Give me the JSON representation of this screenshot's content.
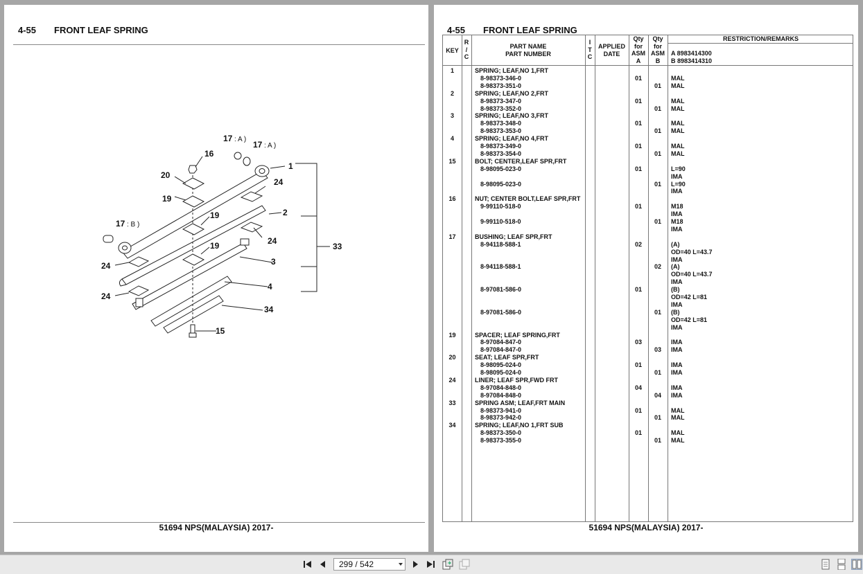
{
  "left_page": {
    "section_no": "4-55",
    "title": "FRONT LEAF SPRING",
    "footer": "51694 NPS(MALAYSIA) 2017-",
    "callouts": [
      {
        "id": "c1",
        "text": "1"
      },
      {
        "id": "c2",
        "text": "2"
      },
      {
        "id": "c3",
        "text": "3"
      },
      {
        "id": "c4",
        "text": "4"
      },
      {
        "id": "c15",
        "text": "15"
      },
      {
        "id": "c16",
        "text": "16"
      },
      {
        "id": "c17a1",
        "text": "17"
      },
      {
        "id": "c17a2",
        "text": "17"
      },
      {
        "id": "c17b",
        "text": "17"
      },
      {
        "id": "c19a",
        "text": "19"
      },
      {
        "id": "c19b",
        "text": "19"
      },
      {
        "id": "c19c",
        "text": "19"
      },
      {
        "id": "c20",
        "text": "20"
      },
      {
        "id": "c24a",
        "text": "24"
      },
      {
        "id": "c24b",
        "text": "24"
      },
      {
        "id": "c24c",
        "text": "24"
      },
      {
        "id": "c24d",
        "text": "24"
      },
      {
        "id": "c33",
        "text": "33"
      },
      {
        "id": "c34",
        "text": "34"
      }
    ],
    "variant_marks": {
      "a": ": A )",
      "b": ": B )"
    }
  },
  "right_page": {
    "section_no": "4-55",
    "title": "FRONT LEAF SPRING",
    "footer": "51694 NPS(MALAYSIA) 2017-",
    "headers": {
      "key": "KEY",
      "rc": [
        "R",
        "/",
        "C"
      ],
      "part_name": "PART NAME",
      "part_number": "PART NUMBER",
      "itc": [
        "I",
        "T",
        "C"
      ],
      "applied": "APPLIED",
      "date": "DATE",
      "qty_a": [
        "Qty",
        "for",
        "ASM",
        "A"
      ],
      "qty_b": [
        "Qty",
        "for",
        "ASM",
        "B"
      ],
      "remarks": "RESTRICTION/REMARKS",
      "asm_a": "A 8983414300",
      "asm_b": "B 8983414310"
    },
    "rows": [
      {
        "key": "1",
        "name": "SPRING; LEAF,NO 1,FRT",
        "qa": "",
        "qb": "",
        "rem": ""
      },
      {
        "key": "",
        "name": "8-98373-346-0",
        "indent": true,
        "qa": "01",
        "qb": "",
        "rem": "MAL"
      },
      {
        "key": "",
        "name": "8-98373-351-0",
        "indent": true,
        "qa": "",
        "qb": "01",
        "rem": "MAL"
      },
      {
        "key": "2",
        "name": "SPRING; LEAF,NO 2,FRT",
        "qa": "",
        "qb": "",
        "rem": ""
      },
      {
        "key": "",
        "name": "8-98373-347-0",
        "indent": true,
        "qa": "01",
        "qb": "",
        "rem": "MAL"
      },
      {
        "key": "",
        "name": "8-98373-352-0",
        "indent": true,
        "qa": "",
        "qb": "01",
        "rem": "MAL"
      },
      {
        "key": "3",
        "name": "SPRING; LEAF,NO 3,FRT",
        "qa": "",
        "qb": "",
        "rem": ""
      },
      {
        "key": "",
        "name": "8-98373-348-0",
        "indent": true,
        "qa": "01",
        "qb": "",
        "rem": "MAL"
      },
      {
        "key": "",
        "name": "8-98373-353-0",
        "indent": true,
        "qa": "",
        "qb": "01",
        "rem": "MAL"
      },
      {
        "key": "4",
        "name": "SPRING; LEAF,NO 4,FRT",
        "qa": "",
        "qb": "",
        "rem": ""
      },
      {
        "key": "",
        "name": "8-98373-349-0",
        "indent": true,
        "qa": "01",
        "qb": "",
        "rem": "MAL"
      },
      {
        "key": "",
        "name": "8-98373-354-0",
        "indent": true,
        "qa": "",
        "qb": "01",
        "rem": "MAL"
      },
      {
        "key": "15",
        "name": "BOLT; CENTER,LEAF SPR,FRT",
        "qa": "",
        "qb": "",
        "rem": ""
      },
      {
        "key": "",
        "name": "8-98095-023-0",
        "indent": true,
        "qa": "01",
        "qb": "",
        "rem": "L=90"
      },
      {
        "key": "",
        "name": "",
        "qa": "",
        "qb": "",
        "rem": "IMA"
      },
      {
        "key": "",
        "name": "8-98095-023-0",
        "indent": true,
        "qa": "",
        "qb": "01",
        "rem": "L=90"
      },
      {
        "key": "",
        "name": "",
        "qa": "",
        "qb": "",
        "rem": "IMA"
      },
      {
        "key": "16",
        "name": "NUT; CENTER BOLT,LEAF SPR,FRT",
        "qa": "",
        "qb": "",
        "rem": ""
      },
      {
        "key": "",
        "name": "9-99110-518-0",
        "indent": true,
        "qa": "01",
        "qb": "",
        "rem": "M18"
      },
      {
        "key": "",
        "name": "",
        "qa": "",
        "qb": "",
        "rem": "IMA"
      },
      {
        "key": "",
        "name": "9-99110-518-0",
        "indent": true,
        "qa": "",
        "qb": "01",
        "rem": "M18"
      },
      {
        "key": "",
        "name": "",
        "qa": "",
        "qb": "",
        "rem": "IMA"
      },
      {
        "key": "17",
        "name": "BUSHING; LEAF SPR,FRT",
        "qa": "",
        "qb": "",
        "rem": ""
      },
      {
        "key": "",
        "name": "8-94118-588-1",
        "indent": true,
        "qa": "02",
        "qb": "",
        "rem": "(A)"
      },
      {
        "key": "",
        "name": "",
        "qa": "",
        "qb": "",
        "rem": "OD=40 L=43.7"
      },
      {
        "key": "",
        "name": "",
        "qa": "",
        "qb": "",
        "rem": "IMA"
      },
      {
        "key": "",
        "name": "8-94118-588-1",
        "indent": true,
        "qa": "",
        "qb": "02",
        "rem": "(A)"
      },
      {
        "key": "",
        "name": "",
        "qa": "",
        "qb": "",
        "rem": "OD=40 L=43.7"
      },
      {
        "key": "",
        "name": "",
        "qa": "",
        "qb": "",
        "rem": "IMA"
      },
      {
        "key": "",
        "name": "8-97081-586-0",
        "indent": true,
        "qa": "01",
        "qb": "",
        "rem": "(B)"
      },
      {
        "key": "",
        "name": "",
        "qa": "",
        "qb": "",
        "rem": "OD=42 L=81"
      },
      {
        "key": "",
        "name": "",
        "qa": "",
        "qb": "",
        "rem": "IMA"
      },
      {
        "key": "",
        "name": "8-97081-586-0",
        "indent": true,
        "qa": "",
        "qb": "01",
        "rem": "(B)"
      },
      {
        "key": "",
        "name": "",
        "qa": "",
        "qb": "",
        "rem": "OD=42 L=81"
      },
      {
        "key": "",
        "name": "",
        "qa": "",
        "qb": "",
        "rem": "IMA"
      },
      {
        "key": "19",
        "name": "SPACER; LEAF SPRING,FRT",
        "qa": "",
        "qb": "",
        "rem": ""
      },
      {
        "key": "",
        "name": "8-97084-847-0",
        "indent": true,
        "qa": "03",
        "qb": "",
        "rem": "IMA"
      },
      {
        "key": "",
        "name": "8-97084-847-0",
        "indent": true,
        "qa": "",
        "qb": "03",
        "rem": "IMA"
      },
      {
        "key": "20",
        "name": "SEAT; LEAF SPR,FRT",
        "qa": "",
        "qb": "",
        "rem": ""
      },
      {
        "key": "",
        "name": "8-98095-024-0",
        "indent": true,
        "qa": "01",
        "qb": "",
        "rem": "IMA"
      },
      {
        "key": "",
        "name": "8-98095-024-0",
        "indent": true,
        "qa": "",
        "qb": "01",
        "rem": "IMA"
      },
      {
        "key": "24",
        "name": "LINER; LEAF SPR,FWD FRT",
        "qa": "",
        "qb": "",
        "rem": ""
      },
      {
        "key": "",
        "name": "8-97084-848-0",
        "indent": true,
        "qa": "04",
        "qb": "",
        "rem": "IMA"
      },
      {
        "key": "",
        "name": "8-97084-848-0",
        "indent": true,
        "qa": "",
        "qb": "04",
        "rem": "IMA"
      },
      {
        "key": "33",
        "name": "SPRING ASM; LEAF,FRT MAIN",
        "qa": "",
        "qb": "",
        "rem": ""
      },
      {
        "key": "",
        "name": "8-98373-941-0",
        "indent": true,
        "qa": "01",
        "qb": "",
        "rem": "MAL"
      },
      {
        "key": "",
        "name": "8-98373-942-0",
        "indent": true,
        "qa": "",
        "qb": "01",
        "rem": "MAL"
      },
      {
        "key": "34",
        "name": "SPRING; LEAF,NO 1,FRT SUB",
        "qa": "",
        "qb": "",
        "rem": ""
      },
      {
        "key": "",
        "name": "8-98373-350-0",
        "indent": true,
        "qa": "01",
        "qb": "",
        "rem": "MAL"
      },
      {
        "key": "",
        "name": "8-98373-355-0",
        "indent": true,
        "qa": "",
        "qb": "01",
        "rem": "MAL"
      }
    ]
  },
  "toolbar": {
    "page_indicator": "299 / 542",
    "icons": [
      "first-page-icon",
      "prev-page-icon",
      "next-page-icon",
      "last-page-icon",
      "export-icon",
      "copy-icon",
      "single-page-icon",
      "continuous-page-icon",
      "two-page-icon"
    ]
  }
}
